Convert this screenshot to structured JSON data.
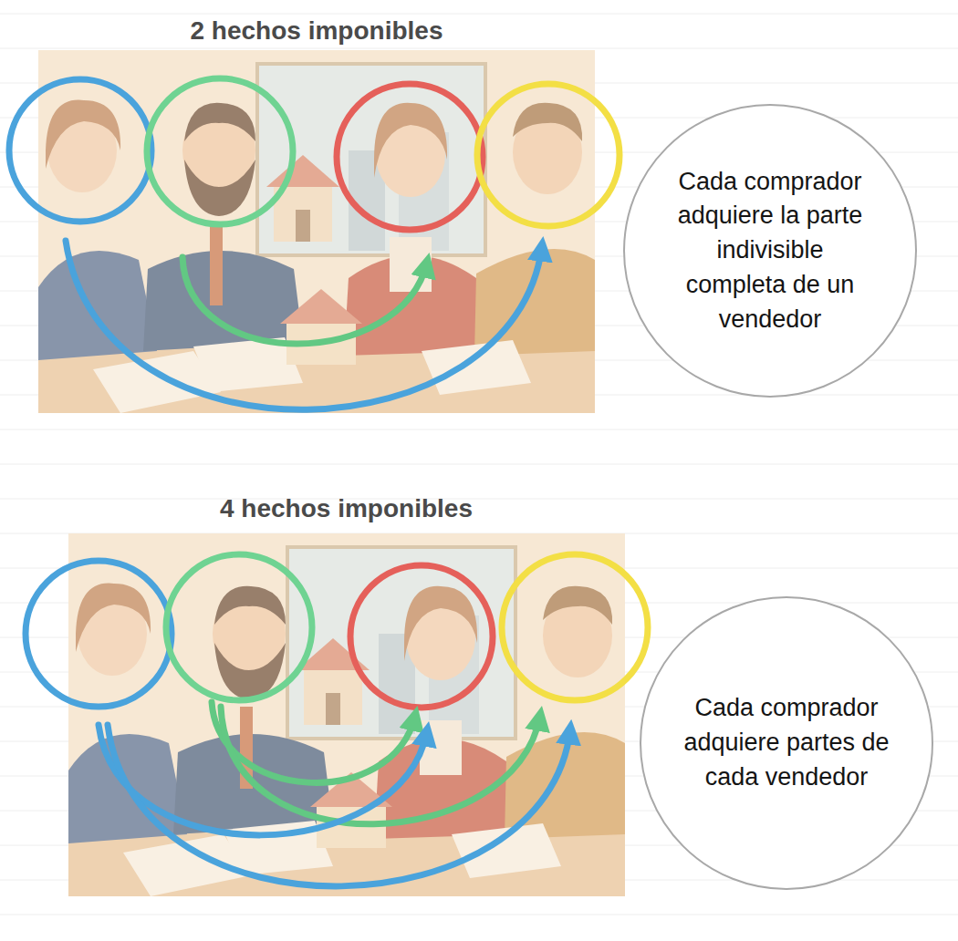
{
  "diagram": {
    "nodes": [
      {
        "text": [
          "2 hechos imponibles"
        ]
      },
      {
        "text": [
          "Cada comprador adquiere la parte indivisible completa de un vendedor"
        ]
      },
      {
        "text": [
          "4 hechos imponibles"
        ]
      },
      {
        "text": [
          "Cada comprador adquiere partes de cada vendedor"
        ]
      }
    ]
  }
}
